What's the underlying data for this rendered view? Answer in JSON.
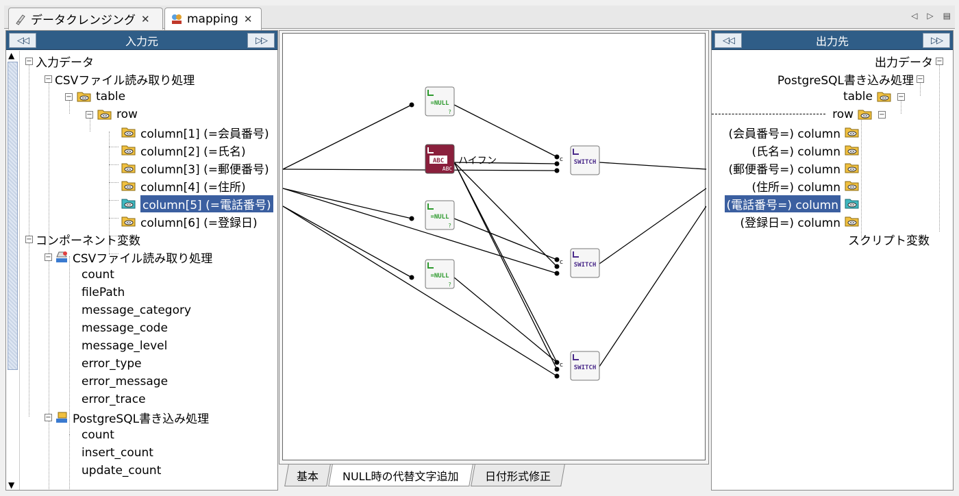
{
  "editor_tabs": [
    {
      "label": "データクレンジング",
      "icon": "script-icon"
    },
    {
      "label": "mapping",
      "icon": "mapping-icon"
    }
  ],
  "input_panel": {
    "title": "入力元",
    "collapse_label": "◁◁",
    "expand_label": "▷▷",
    "nodes": {
      "input_data": "入力データ",
      "csv_read": "CSVファイル読み取り処理",
      "table": "table",
      "row": "row",
      "col1": "column[1] (=会員番号)",
      "col2": "column[2] (=氏名)",
      "col3": "column[3] (=郵便番号)",
      "col4": "column[4] (=住所)",
      "col5": "column[5] (=電話番号)",
      "col6": "column[6] (=登録日)",
      "component_vars": "コンポーネント変数",
      "csv_comp": "CSVファイル読み取り処理",
      "count": "count",
      "filePath": "filePath",
      "message_category": "message_category",
      "message_code": "message_code",
      "message_level": "message_level",
      "error_type": "error_type",
      "error_message": "error_message",
      "error_trace": "error_trace",
      "pg_comp": "PostgreSQL書き込み処理",
      "pg_count": "count",
      "insert_count": "insert_count",
      "update_count": "update_count"
    }
  },
  "output_panel": {
    "title": "出力先",
    "collapse_label": "◁◁",
    "expand_label": "▷▷",
    "nodes": {
      "output_data": "出力データ",
      "pg_write": "PostgreSQL書き込み処理",
      "table": "table",
      "row": "row",
      "col1": "(会員番号=) column",
      "col2": "(氏名=) column",
      "col3": "(郵便番号=) column",
      "col4": "(住所=) column",
      "col5": "(電話番号=) column",
      "col6": "(登録日=) column",
      "script_vars": "スクリプト変数"
    }
  },
  "canvas": {
    "functions": {
      "null1": {
        "label": "=NULL",
        "sub": "?"
      },
      "concat": {
        "label": "ABC",
        "sub": "ABC",
        "text": "ハイフン"
      },
      "null2": {
        "label": "=NULL",
        "sub": "?"
      },
      "null3": {
        "label": "=NULL",
        "sub": "?"
      },
      "switch1": {
        "label": "SWITCH",
        "port": "c"
      },
      "switch2": {
        "label": "SWITCH",
        "port": "c"
      },
      "switch3": {
        "label": "SWITCH",
        "port": "c"
      }
    }
  },
  "bottom_tabs": [
    {
      "label": "基本"
    },
    {
      "label": "NULL時の代替文字追加"
    },
    {
      "label": "日付形式修正"
    }
  ],
  "colors": {
    "header": "#2f5d87",
    "selection": "#3b5fa0",
    "null_green": "#2e9a2e",
    "switch_purple": "#4a2a8a",
    "concat_maroon": "#8a1f3c"
  }
}
